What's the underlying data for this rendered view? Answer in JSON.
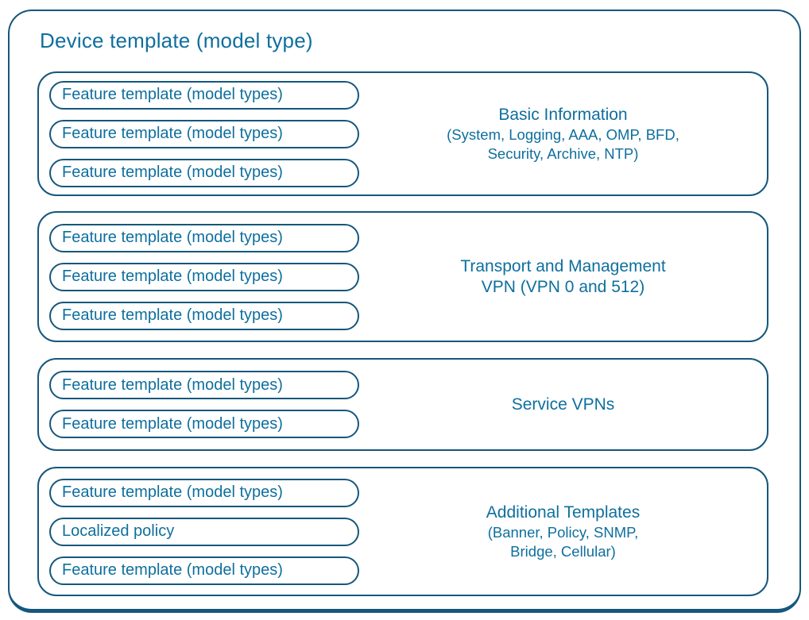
{
  "title": "Device template (model type)",
  "colors": {
    "accent_text": "#0e6f9e",
    "border": "#15577c"
  },
  "sections": [
    {
      "name": "Basic Information",
      "pills": [
        "Feature template (model types)",
        "Feature template (model types)",
        "Feature template (model types)"
      ],
      "t1": "Basic Information",
      "t2": "",
      "s1": "(System, Logging, AAA, OMP, BFD,",
      "s2": "Security, Archive, NTP)"
    },
    {
      "name": "Transport and Management VPN",
      "pills": [
        "Feature template (model types)",
        "Feature template (model types)",
        "Feature template (model types)"
      ],
      "t1": "Transport and Management",
      "t2": "VPN (VPN 0 and 512)",
      "s1": "",
      "s2": ""
    },
    {
      "name": "Service VPNs",
      "pills": [
        "Feature template (model types)",
        "Feature template (model types)"
      ],
      "t1": "Service VPNs",
      "t2": "",
      "s1": "",
      "s2": ""
    },
    {
      "name": "Additional Templates",
      "pills": [
        "Feature template (model types)",
        "Localized policy",
        "Feature template (model types)"
      ],
      "t1": "Additional Templates",
      "t2": "",
      "s1": "(Banner, Policy, SNMP,",
      "s2": "Bridge, Cellular)"
    }
  ]
}
